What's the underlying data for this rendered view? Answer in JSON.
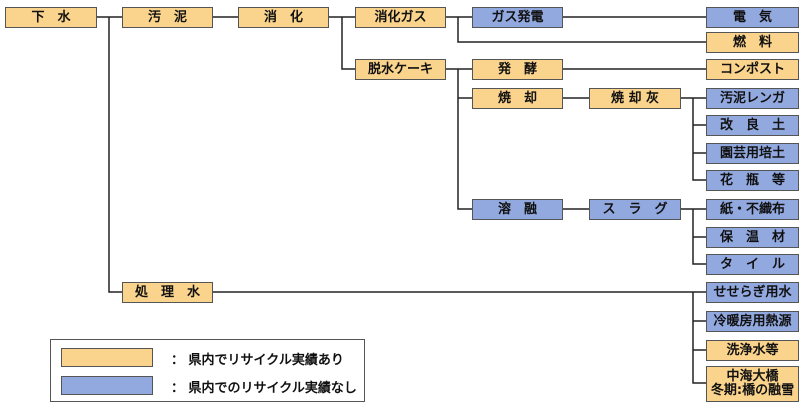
{
  "colors": {
    "recycled": "#FAD38C",
    "not_recycled": "#92A9E0",
    "line": "#222222"
  },
  "nodes": [
    {
      "id": "gesui",
      "label": "下　水",
      "status": "recycled"
    },
    {
      "id": "odei",
      "label": "汚　泥",
      "status": "recycled"
    },
    {
      "id": "shoka",
      "label": "消　化",
      "status": "recycled"
    },
    {
      "id": "shoka_gas",
      "label": "消化ガス",
      "status": "recycled"
    },
    {
      "id": "gas_hatsuden",
      "label": "ガス発電",
      "status": "not_recycled"
    },
    {
      "id": "denki",
      "label": "電　気",
      "status": "not_recycled"
    },
    {
      "id": "nenryo",
      "label": "燃　料",
      "status": "recycled"
    },
    {
      "id": "dassui_cake",
      "label": "脱水ケーキ",
      "status": "recycled"
    },
    {
      "id": "hakko",
      "label": "発　酵",
      "status": "recycled"
    },
    {
      "id": "compost",
      "label": "コンポスト",
      "status": "recycled"
    },
    {
      "id": "shokyaku",
      "label": "焼　却",
      "status": "recycled"
    },
    {
      "id": "shokyaku_hai",
      "label": "焼 却 灰",
      "status": "recycled"
    },
    {
      "id": "odei_renga",
      "label": "汚泥レンガ",
      "status": "not_recycled"
    },
    {
      "id": "kairyodo",
      "label": "改　良　土",
      "status": "not_recycled"
    },
    {
      "id": "engei",
      "label": "園芸用培土",
      "status": "not_recycled"
    },
    {
      "id": "kabin",
      "label": "花　瓶　等",
      "status": "not_recycled"
    },
    {
      "id": "yoyu",
      "label": "溶　融",
      "status": "not_recycled"
    },
    {
      "id": "slag",
      "label": "ス　ラ　グ",
      "status": "not_recycled"
    },
    {
      "id": "kami",
      "label": "紙・不織布",
      "status": "not_recycled"
    },
    {
      "id": "hoonzai",
      "label": "保　温　材",
      "status": "not_recycled"
    },
    {
      "id": "tile",
      "label": "タ　イ　ル",
      "status": "not_recycled"
    },
    {
      "id": "shorisui",
      "label": "処　理　水",
      "status": "recycled"
    },
    {
      "id": "seseragi",
      "label": "せせらぎ用水",
      "status": "not_recycled"
    },
    {
      "id": "reidanbo",
      "label": "冷暖房用熱源",
      "status": "not_recycled"
    },
    {
      "id": "senjosui",
      "label": "洗浄水等",
      "status": "recycled"
    },
    {
      "id": "nakaumi",
      "label": "中海大橋\n冬期:橋の融雪",
      "status": "recycled"
    }
  ],
  "legend": {
    "recycled": "：  県内でリサイクル実績あり",
    "not_recycled": "：  県内でのリサイクル実績なし"
  }
}
